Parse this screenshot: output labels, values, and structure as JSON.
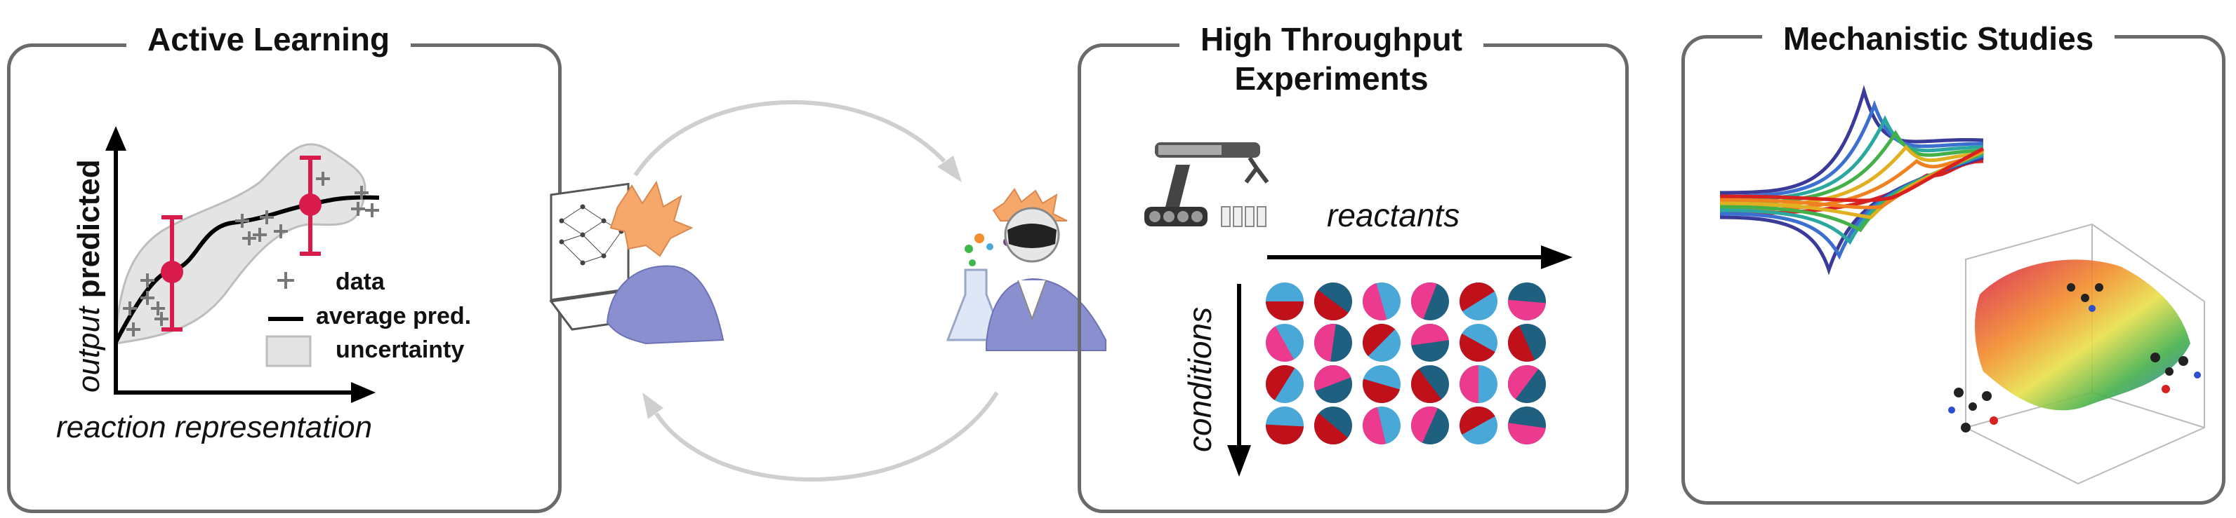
{
  "panels": {
    "active_learning": {
      "title": "Active Learning",
      "y_axis_label_italic": "output",
      "y_axis_label_bold": "predicted",
      "x_axis_label": "reaction representation",
      "legend": {
        "data": "data",
        "average": "average pred.",
        "uncertainty": "uncertainty"
      }
    },
    "high_throughput": {
      "title_line1": "High Throughput",
      "title_line2": "Experiments",
      "reactants_label": "reactants",
      "conditions_label": "conditions"
    },
    "mechanistic": {
      "title": "Mechanistic Studies"
    }
  },
  "colors": {
    "red_point": "#d81b4a",
    "light_blue": "#4aa8d8",
    "dark_teal": "#1f5f80",
    "dark_red": "#c0111a",
    "pink": "#ec3a8f",
    "scientist_body": "#8a8fd0",
    "hair": "#f6a86a"
  }
}
